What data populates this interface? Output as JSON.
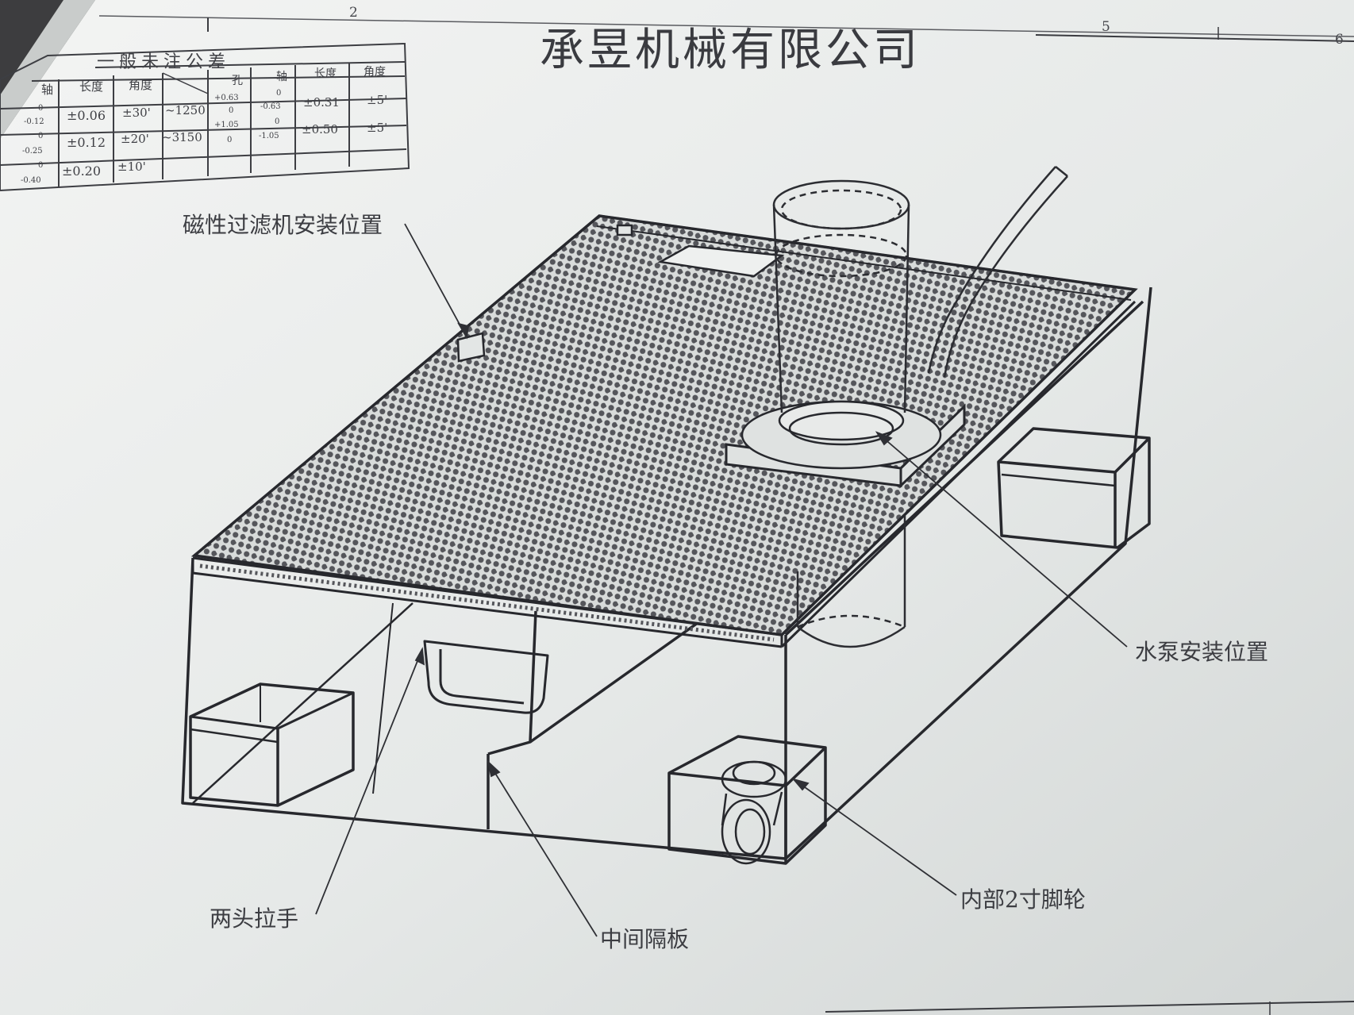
{
  "header": {
    "company": "承昱机械有限公司",
    "zone_numbers": [
      "2",
      "5",
      "6"
    ]
  },
  "tolerance_table": {
    "title": "一般未注公差",
    "left_headers": [
      "轴",
      "长度",
      "角度"
    ],
    "left_rows": [
      {
        "shaft_upper": "0",
        "shaft_lower": "-0.12",
        "length": "±0.06",
        "angle": "±30'"
      },
      {
        "shaft_upper": "0",
        "shaft_lower": "-0.25",
        "length": "±0.12",
        "angle": "±20'"
      },
      {
        "shaft_upper": "0",
        "shaft_lower": "-0.40",
        "length": "±0.20",
        "angle": "±10'"
      }
    ],
    "right_headers": [
      "孔",
      "轴",
      "长度",
      "角度"
    ],
    "right_rows": [
      {
        "range": "~1250",
        "hole_upper": "+0.63",
        "hole_lower": "0",
        "shaft_upper": "0",
        "shaft_lower": "-0.63",
        "length": "±0.31",
        "angle": "±5'"
      },
      {
        "range": "~3150",
        "hole_upper": "+1.05",
        "hole_lower": "0",
        "shaft_upper": "0",
        "shaft_lower": "-1.05",
        "length": "±0.50",
        "angle": "±5'"
      }
    ]
  },
  "callouts": {
    "magnetic_filter": "磁性过滤机安装位置",
    "water_pump": "水泵安装位置",
    "handles": "两头拉手",
    "partition": "中间隔板",
    "casters": "内部2寸脚轮"
  },
  "colors": {
    "paper": "#e6e9e8",
    "ink": "#2a2b30",
    "mesh": "#56575c",
    "background": "#3d3d3f"
  }
}
